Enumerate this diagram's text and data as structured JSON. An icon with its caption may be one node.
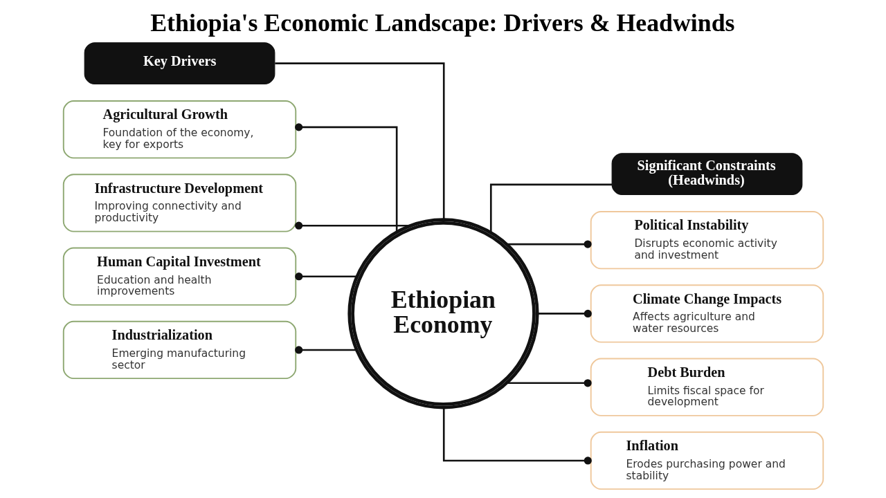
{
  "diagram": {
    "title": "Ethiopia's Economic Landscape: Drivers & Headwinds",
    "nodes": [
      {
        "text": [
          "Key Drivers"
        ]
      },
      {
        "text": [
          "Agricultural Growth",
          "Foundation of the economy, key for exports"
        ]
      },
      {
        "text": [
          "Infrastructure Development",
          "Improving connectivity and productivity"
        ]
      },
      {
        "text": [
          "Human Capital Investment",
          "Education and health improvements"
        ]
      },
      {
        "text": [
          "Industrialization",
          "Emerging manufacturing sector"
        ]
      },
      {
        "text": [
          "Ethiopian Economy"
        ]
      },
      {
        "text": [
          "Significant Constraints (Headwinds)"
        ]
      },
      {
        "text": [
          "Political Instability",
          "Disrupts economic activity and investment"
        ]
      },
      {
        "text": [
          "Climate Change Impacts",
          "Affects agriculture and water resources"
        ]
      },
      {
        "text": [
          "Debt Burden",
          "Limits fiscal space for development"
        ]
      },
      {
        "text": [
          "Inflation",
          "Erodes purchasing power and stability"
        ]
      }
    ],
    "edges": [
      {
        "from": 5,
        "to": 0,
        "arrow": "none"
      },
      {
        "from": 5,
        "to": 1,
        "arrow": "other"
      },
      {
        "from": 5,
        "to": 2,
        "arrow": "other"
      },
      {
        "from": 5,
        "to": 3,
        "arrow": "other"
      },
      {
        "from": 5,
        "to": 4,
        "arrow": "other"
      },
      {
        "from": 5,
        "to": 6,
        "arrow": "none"
      },
      {
        "from": 5,
        "to": 7,
        "arrow": "other"
      },
      {
        "from": 5,
        "to": 8,
        "arrow": "other"
      },
      {
        "from": 5,
        "to": 9,
        "arrow": "other"
      },
      {
        "from": 5,
        "to": 10,
        "arrow": "other"
      }
    ]
  }
}
